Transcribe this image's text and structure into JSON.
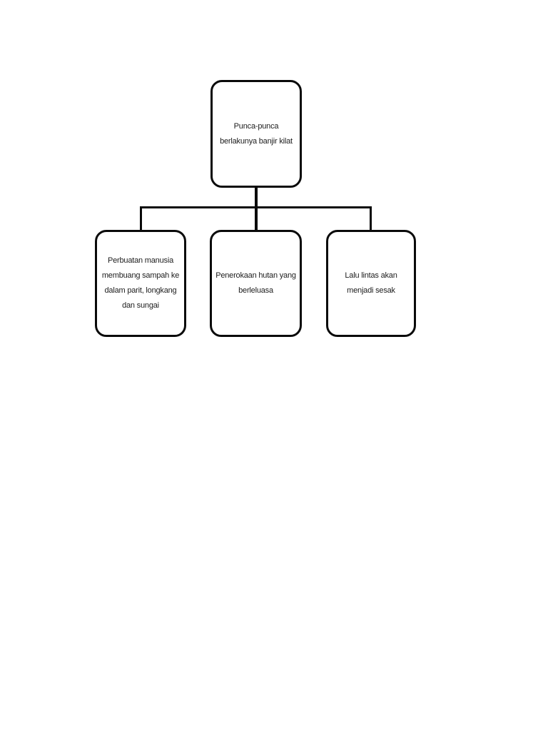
{
  "page": {
    "background_color": "#ffffff"
  },
  "diagram": {
    "type": "tree",
    "language": "Malay",
    "root": {
      "label": "Punca-punca\nberlakunya banjir kilat"
    },
    "children": [
      {
        "label": "Perbuatan manusia\nmembuang sampah ke\ndalam parit, longkang\ndan sungai"
      },
      {
        "label": "Penerokaan hutan yang\nberleluasa"
      },
      {
        "label": "Lalu lintas akan\nmenjadi sesak"
      }
    ],
    "style": {
      "box_border_color": "#0a0a0a",
      "box_fill_color": "#ffffff",
      "text_color": "#1c1c1c",
      "connector_color": "#0a0a0a"
    }
  }
}
